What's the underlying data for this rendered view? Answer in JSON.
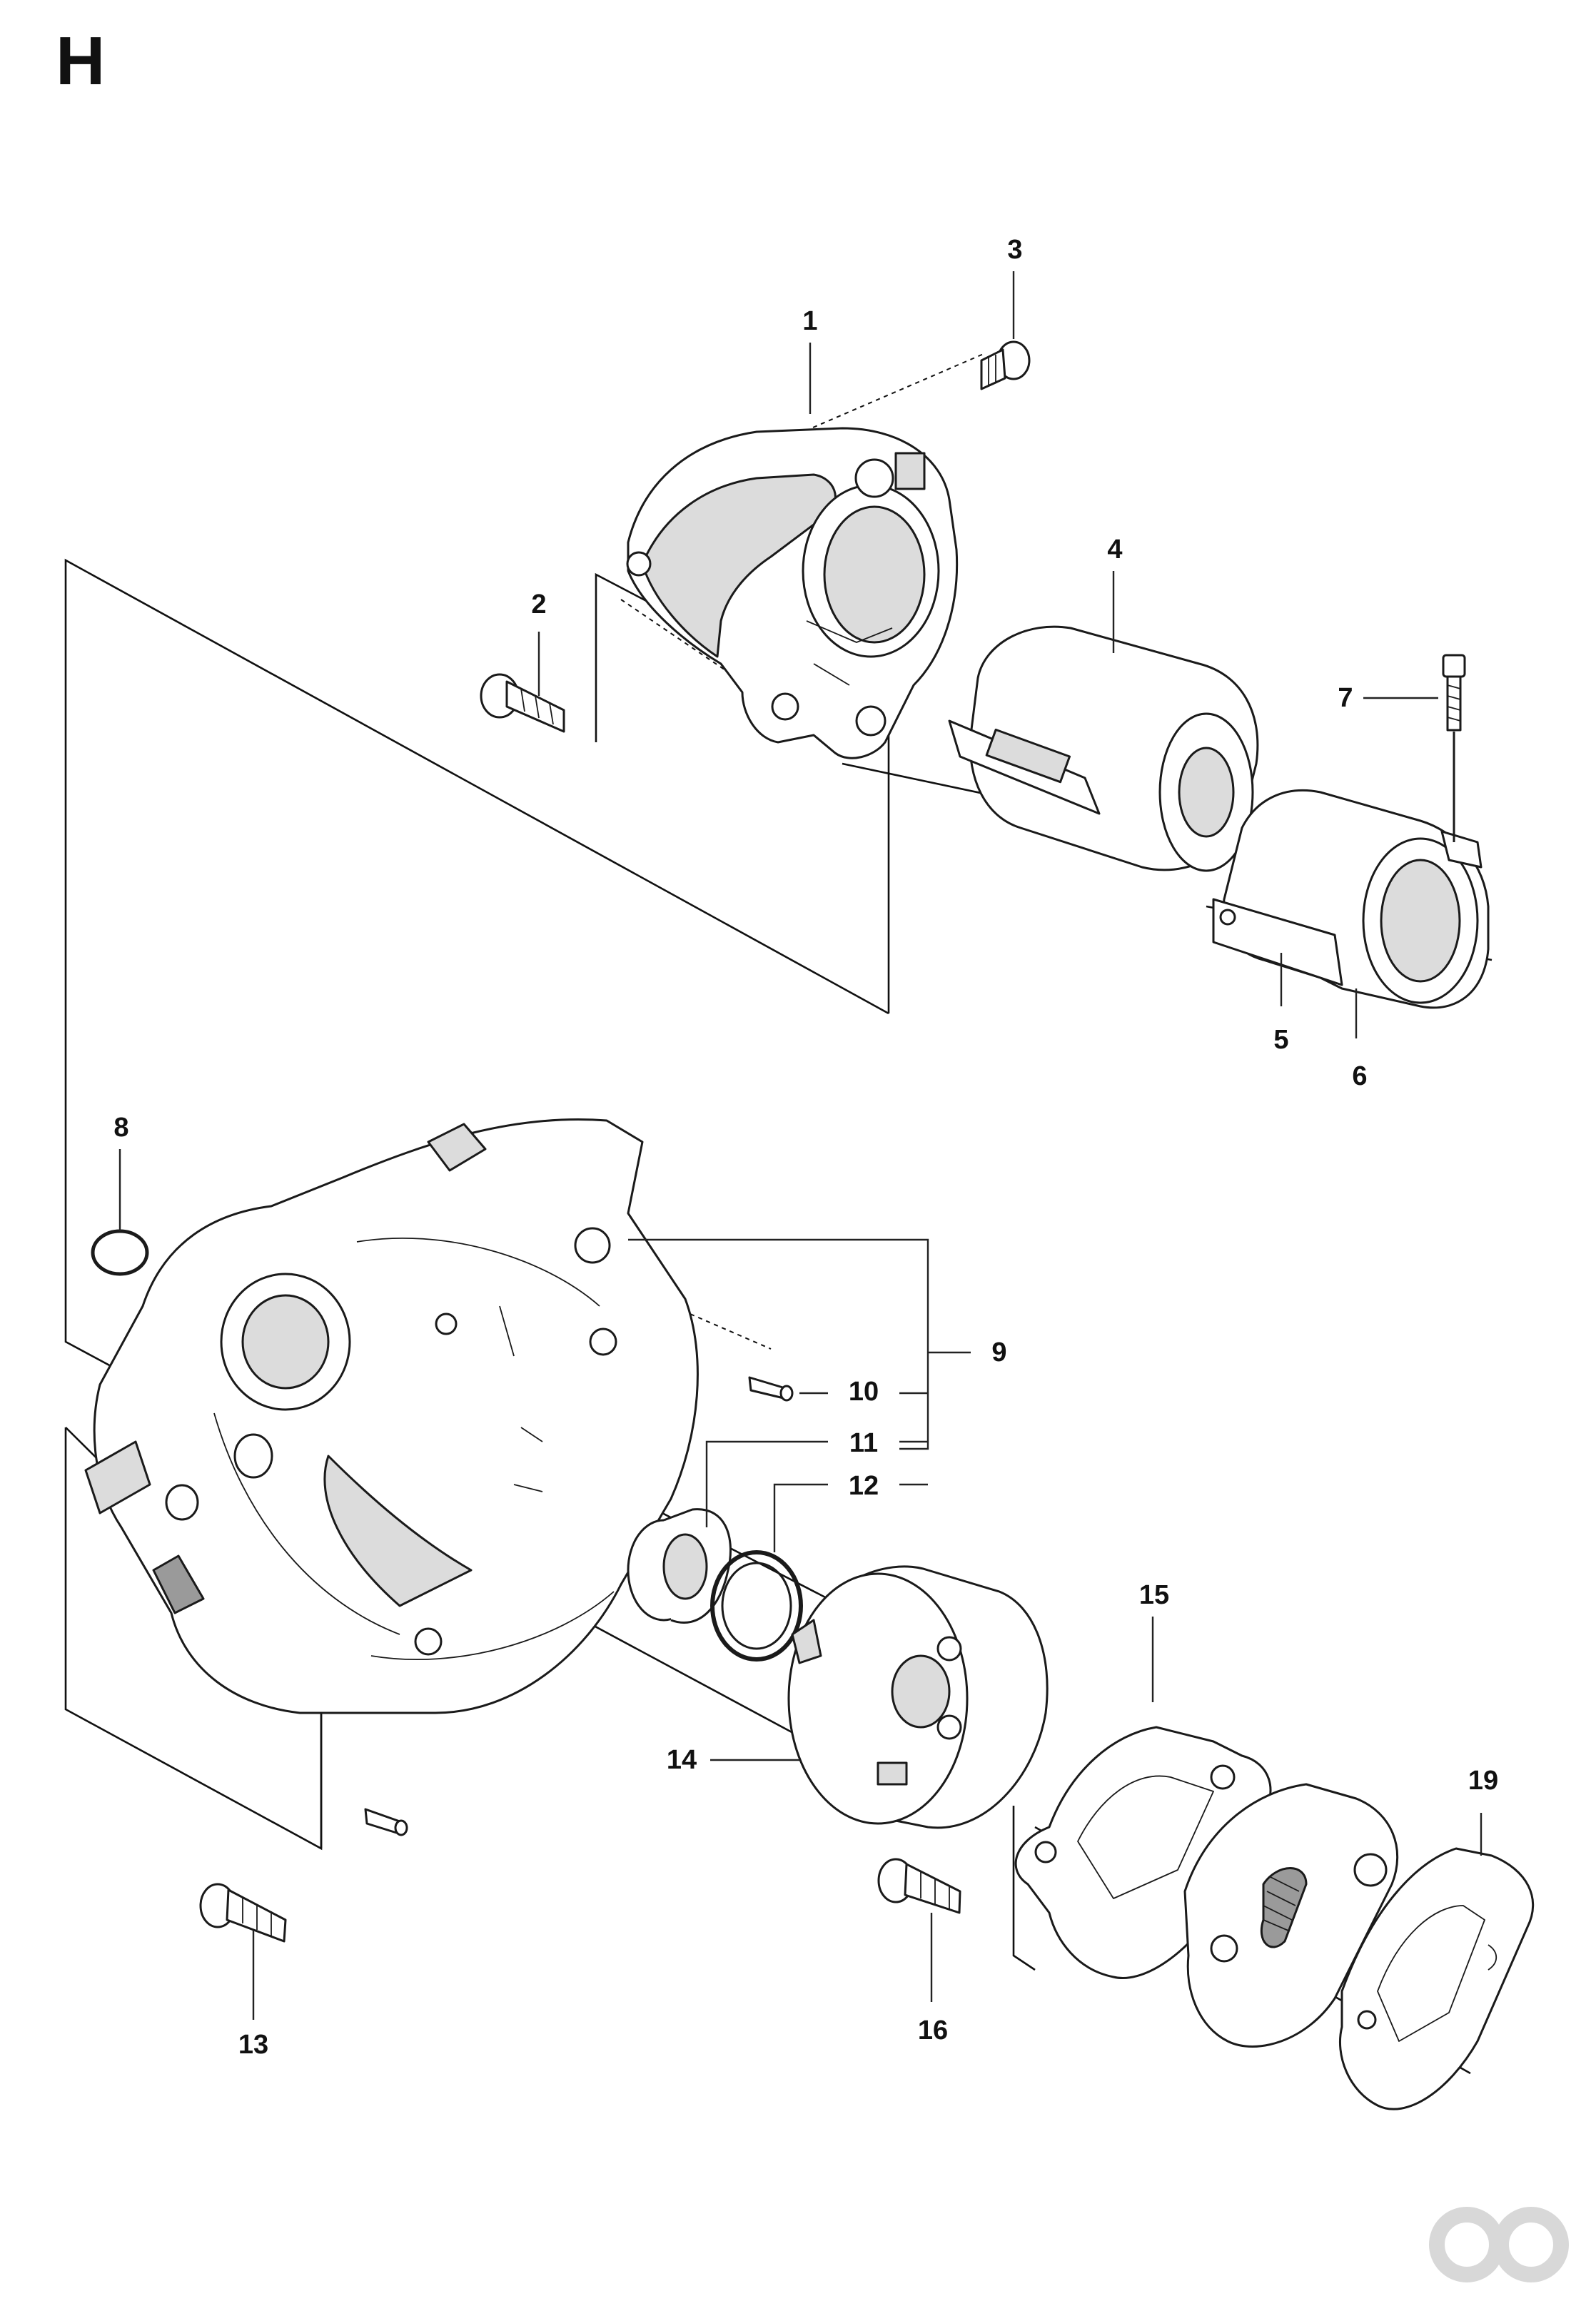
{
  "section": "H",
  "callouts": {
    "c1": "1",
    "c2": "2",
    "c3": "3",
    "c4": "4",
    "c5": "5",
    "c6": "6",
    "c7": "7",
    "c8": "8",
    "c9": "9",
    "c10": "10",
    "c11": "11",
    "c12": "12",
    "c13": "13",
    "c14": "14",
    "c15": "15",
    "c16": "16",
    "c19": "19"
  },
  "colors": {
    "line": "#1a1a1a",
    "shade": "#dcdcdc",
    "logo": "#d8d8d8"
  },
  "icons": {
    "logo": "brand-logo-icon"
  }
}
